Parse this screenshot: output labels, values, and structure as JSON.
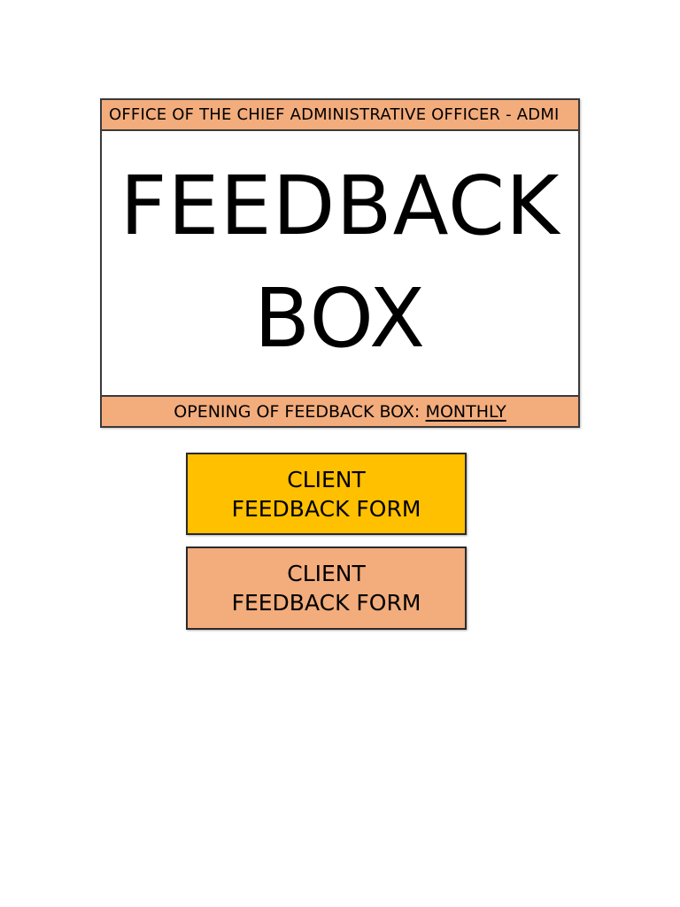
{
  "feedback_box": {
    "header": "OFFICE OF THE CHIEF ADMINISTRATIVE OFFICER - ADMI",
    "title_line1": "FEEDBACK",
    "title_line2": "BOX",
    "footer_prefix": "OPENING OF FEEDBACK BOX:",
    "footer_value": "MONTHLY"
  },
  "buttons": [
    {
      "label": "CLIENT FEEDBACK FORM",
      "bg": "#FFC000"
    },
    {
      "label": "CLIENT FEEDBACK FORM",
      "bg": "#F3AC7C"
    }
  ],
  "colors": {
    "salmon": "#F3AC7C",
    "gold": "#FFC000",
    "outline": "#3A3A3A",
    "text": "#000000",
    "page_bg": "#FFFFFF"
  }
}
